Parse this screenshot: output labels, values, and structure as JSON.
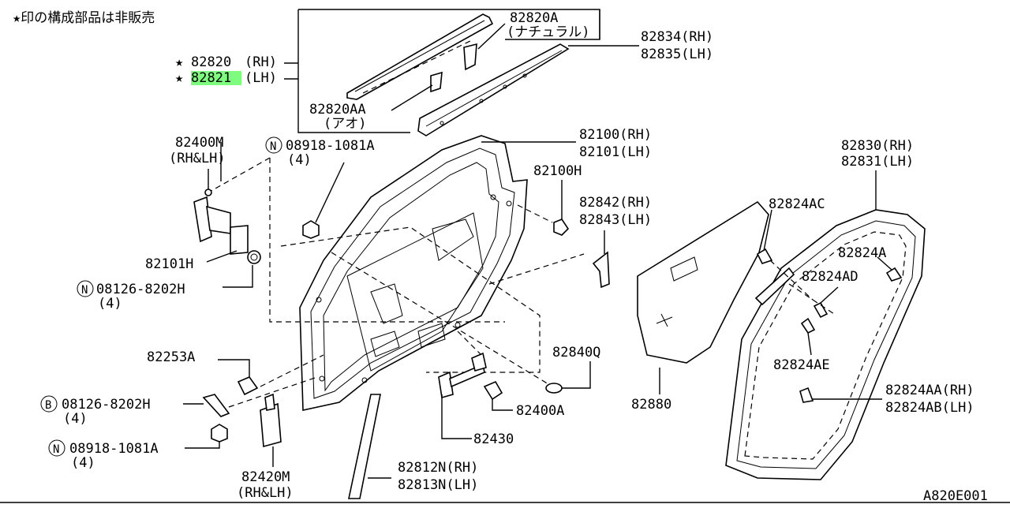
{
  "note": "★印の構成部品は非販売",
  "figure_id": "A820E001",
  "highlight_color": "#7dfc7d",
  "callouts": [
    {
      "id": "c82820",
      "star": "★",
      "code": "82820",
      "suffix": "(RH)"
    },
    {
      "id": "c82821",
      "star": "★",
      "code": "82821",
      "suffix": "(LH)",
      "highlighted": true
    },
    {
      "id": "c82820A",
      "code": "82820A",
      "suffix": "(ナチュラル)"
    },
    {
      "id": "c82820AA",
      "code": "82820AA",
      "suffix": "(アオ)"
    },
    {
      "id": "c82834",
      "code": "82834(RH)",
      "suffix": "82835(LH)"
    },
    {
      "id": "c82100",
      "code": "82100(RH)",
      "suffix": "82101(LH)"
    },
    {
      "id": "c82100H",
      "code": "82100H",
      "suffix": ""
    },
    {
      "id": "c82842",
      "code": "82842(RH)",
      "suffix": "82843(LH)"
    },
    {
      "id": "c82400M",
      "code": "82400M",
      "suffix": "(RH&LH)"
    },
    {
      "id": "c08918a",
      "badge": "N",
      "code": "08918-1081A",
      "suffix": "(4)"
    },
    {
      "id": "c82101H",
      "code": "82101H",
      "suffix": ""
    },
    {
      "id": "c08126n",
      "badge": "N",
      "code": "08126-8202H",
      "suffix": "(4)"
    },
    {
      "id": "c82253A",
      "code": "82253A",
      "suffix": ""
    },
    {
      "id": "c08126b",
      "badge": "B",
      "code": "08126-8202H",
      "suffix": "(4)"
    },
    {
      "id": "c08918b",
      "badge": "N",
      "code": "08918-1081A",
      "suffix": "(4)"
    },
    {
      "id": "c82420M",
      "code": "82420M",
      "suffix": "(RH&LH)"
    },
    {
      "id": "c82812N",
      "code": "82812N(RH)",
      "suffix": "82813N(LH)"
    },
    {
      "id": "c82430",
      "code": "82430",
      "suffix": ""
    },
    {
      "id": "c82400A",
      "code": "82400A",
      "suffix": ""
    },
    {
      "id": "c82840Q",
      "code": "82840Q",
      "suffix": ""
    },
    {
      "id": "c82880",
      "code": "82880",
      "suffix": ""
    },
    {
      "id": "c82824AC",
      "code": "82824AC",
      "suffix": ""
    },
    {
      "id": "c82830",
      "code": "82830(RH)",
      "suffix": "82831(LH)"
    },
    {
      "id": "c82824A",
      "code": "82824A",
      "suffix": ""
    },
    {
      "id": "c82824AD",
      "code": "82824AD",
      "suffix": ""
    },
    {
      "id": "c82824AE",
      "code": "82824AE",
      "suffix": ""
    },
    {
      "id": "c82824AA",
      "code": "82824AA(RH)",
      "suffix": "82824AB(LH)"
    }
  ]
}
